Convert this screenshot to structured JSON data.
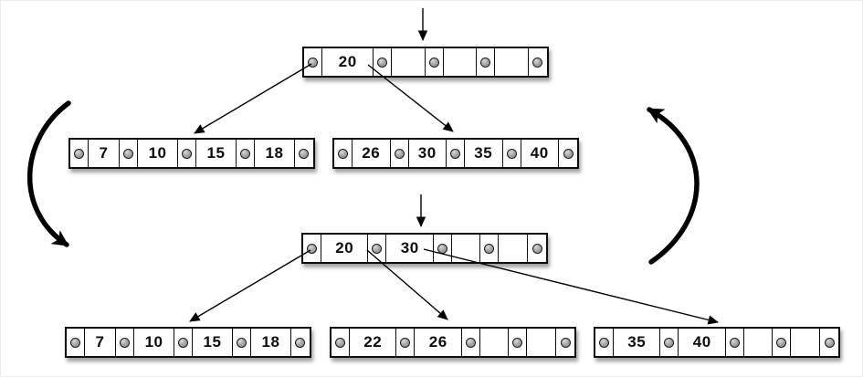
{
  "diagram_type": "b-tree-insert-split",
  "colors": {
    "node_border": "#0d0d0d",
    "node_fill": "#ffffff",
    "pointer_dot": "#a8a8a8",
    "arrow": "#000000",
    "background": "#ffffff"
  },
  "nodes": {
    "top_root": {
      "keys": [
        "20",
        "",
        "",
        ""
      ]
    },
    "top_leaf_left": {
      "keys": [
        "7",
        "10",
        "15",
        "18"
      ]
    },
    "top_leaf_right": {
      "keys": [
        "26",
        "30",
        "35",
        "40"
      ]
    },
    "bottom_root": {
      "keys": [
        "20",
        "30",
        "",
        ""
      ]
    },
    "bottom_leaf_left": {
      "keys": [
        "7",
        "10",
        "15",
        "18"
      ]
    },
    "bottom_leaf_middle": {
      "keys": [
        "22",
        "26",
        "",
        ""
      ]
    },
    "bottom_leaf_right": {
      "keys": [
        "35",
        "40",
        "",
        ""
      ]
    }
  },
  "edges": [
    {
      "from": "top_root.pointer0",
      "to": "top_leaf_left"
    },
    {
      "from": "top_root.pointer1",
      "to": "top_leaf_right"
    },
    {
      "from": "bottom_root.pointer0",
      "to": "bottom_leaf_left"
    },
    {
      "from": "bottom_root.pointer1",
      "to": "bottom_leaf_middle"
    },
    {
      "from": "bottom_root.pointer2",
      "to": "bottom_leaf_right"
    }
  ],
  "insert_markers": [
    {
      "target": "top_root",
      "direction": "down"
    },
    {
      "target": "bottom_root",
      "direction": "down"
    }
  ],
  "cycle_arrows": [
    {
      "side": "left",
      "direction": "down"
    },
    {
      "side": "right",
      "direction": "up"
    }
  ]
}
